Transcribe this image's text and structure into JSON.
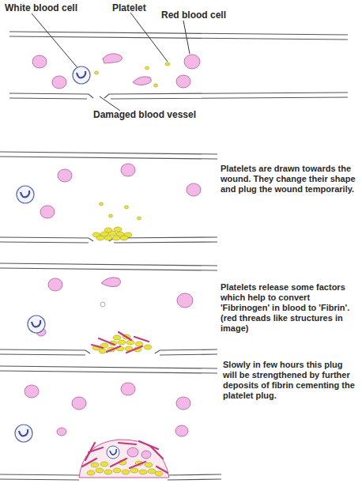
{
  "diagram": {
    "labels": [
      "White blood cell",
      "Platelet",
      "Red blood cell",
      "Damaged blood vessel",
      "Platelets are drawn towards the wound. They change their shape and plug the wound temporarily.",
      "Platelets release some factors which help to convert 'Fibrinogen' in blood to 'Fibrin'. (red threads like structures in image)",
      "Slowly in few hours this plug will be strengthened by further deposits of fibrin cementing the platelet plug."
    ]
  }
}
